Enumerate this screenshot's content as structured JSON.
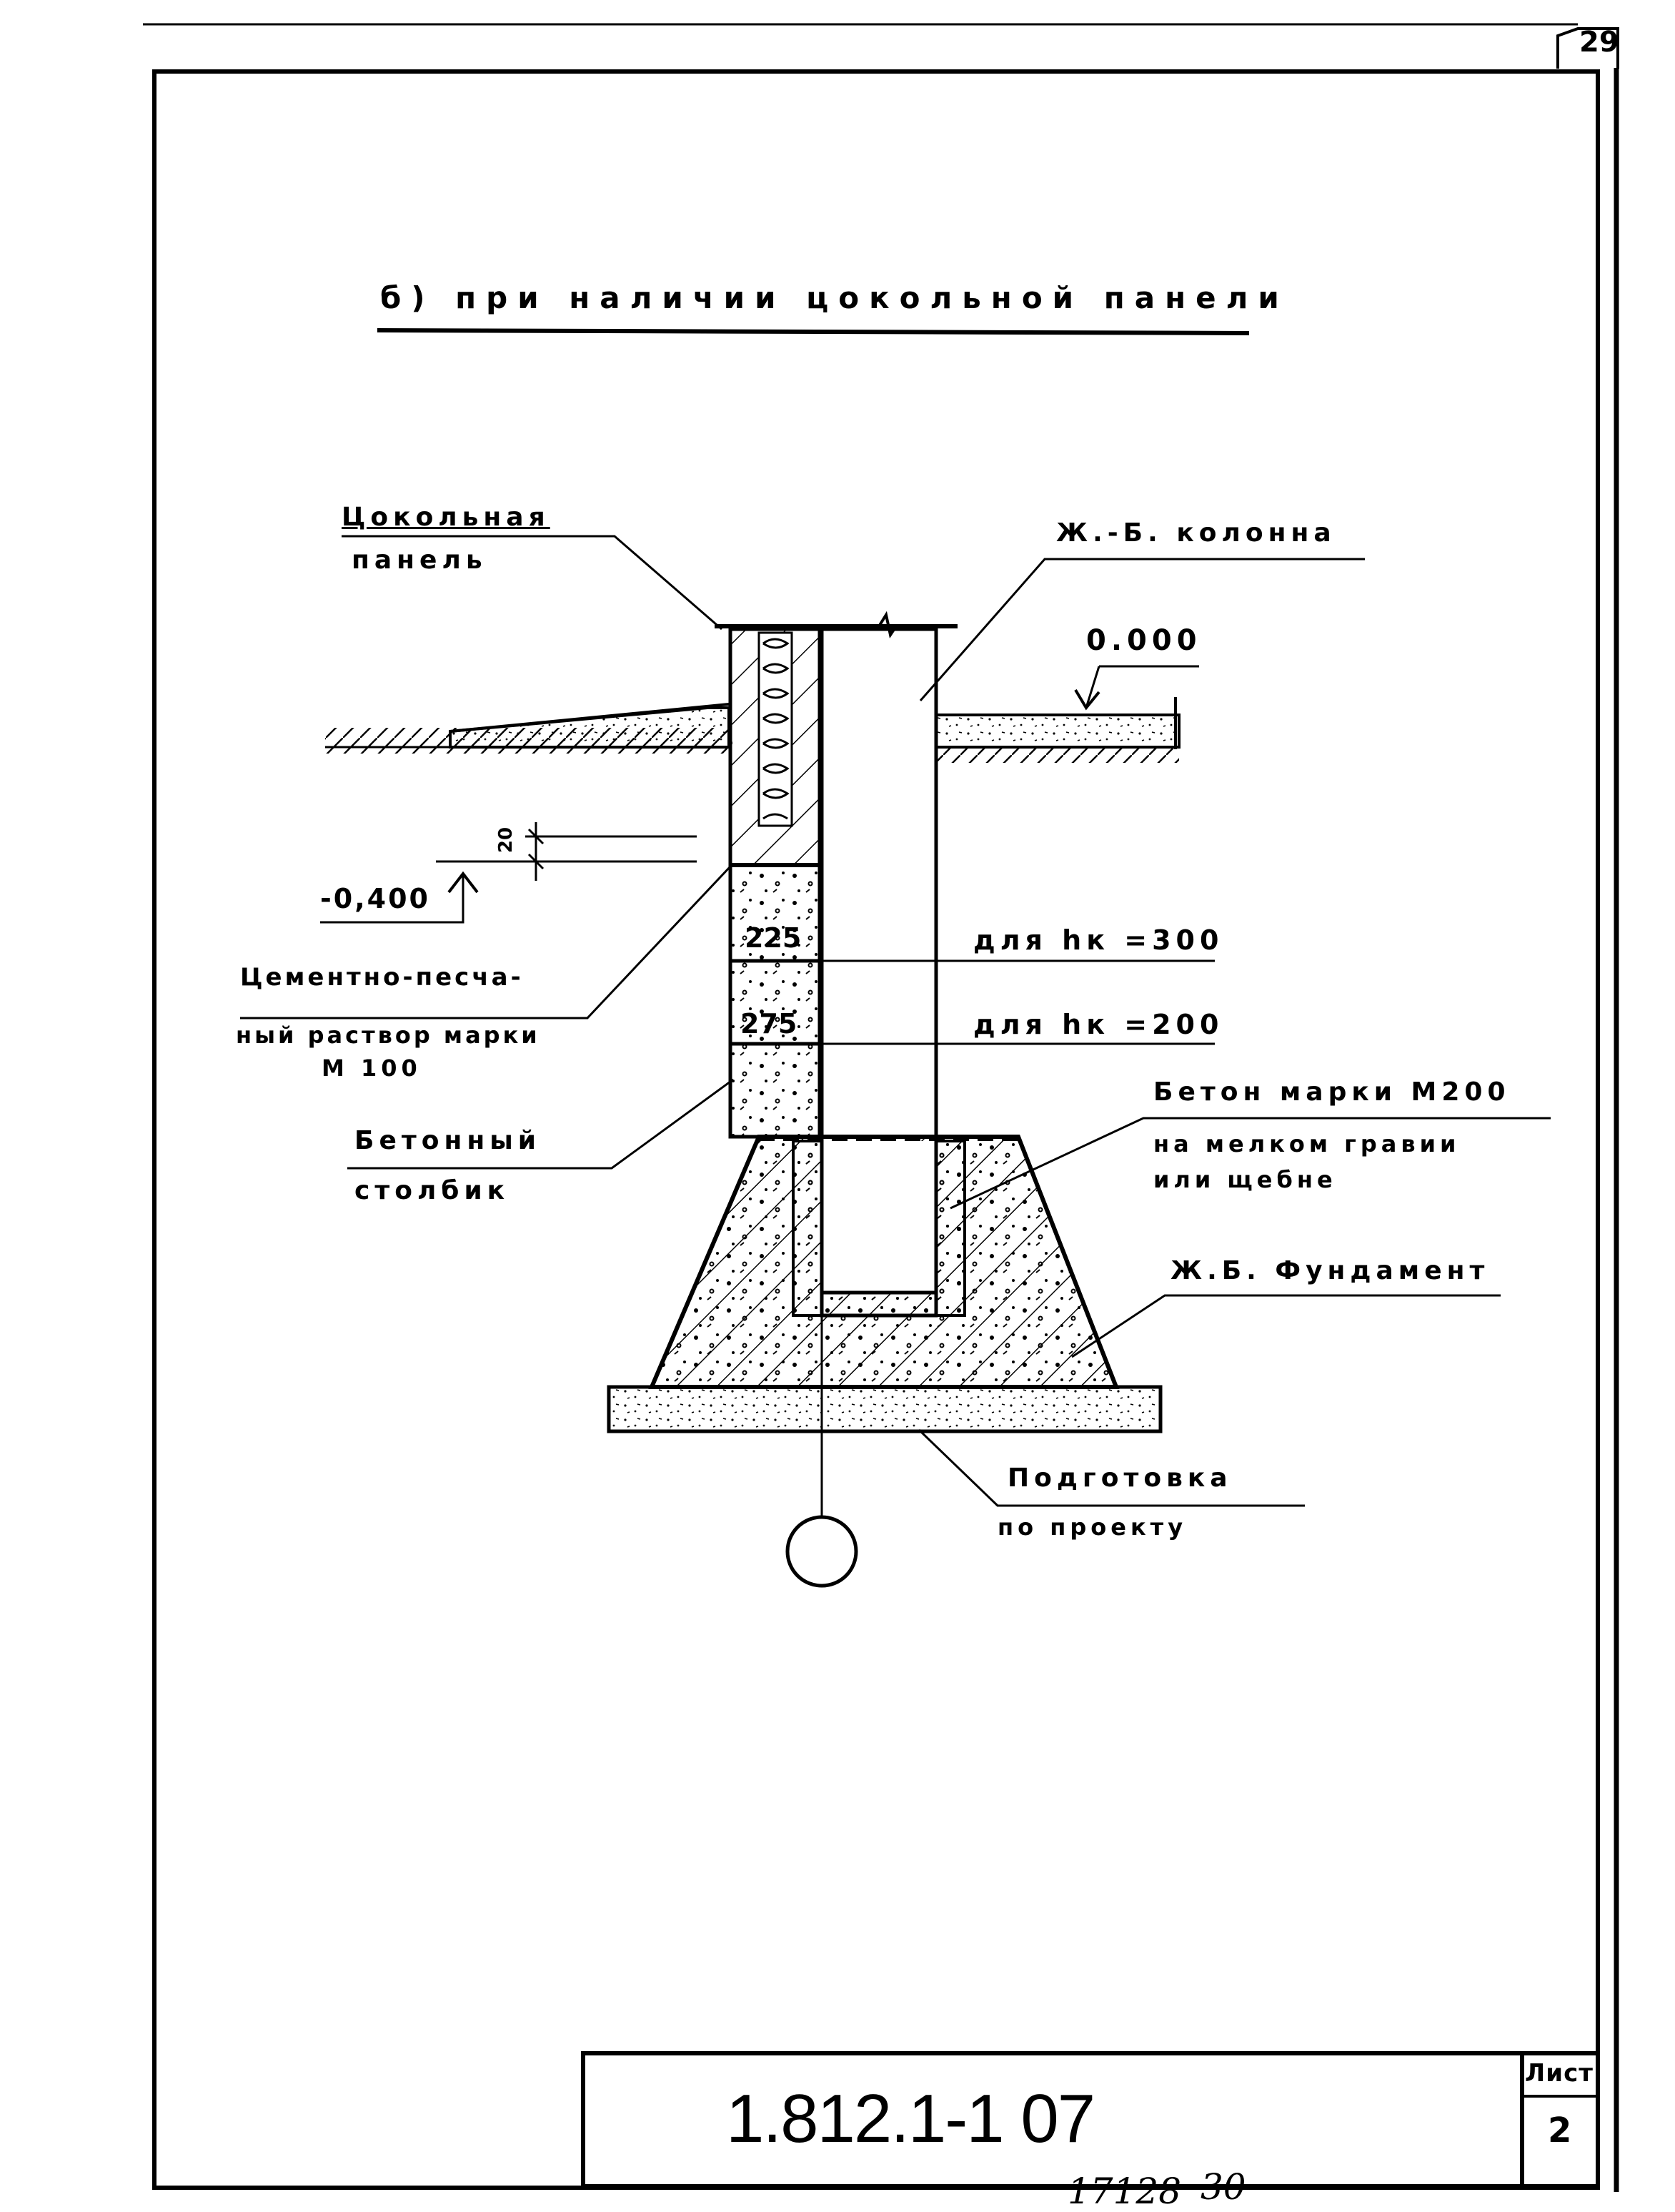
{
  "page_number": "29",
  "title": "б) при наличии цокольной панели",
  "labels": {
    "plinth_panel_1": "Цокольная",
    "plinth_panel_2": "панель",
    "rc_column": "Ж.-Б. колонна",
    "level_zero": "0.000",
    "level_minus": "-0,400",
    "dim_gap": "20",
    "dim_225": "225",
    "dim_275": "275",
    "hk300": "для hк =300",
    "hk200": "для hк =200",
    "mortar_1": "Цементно-песча-",
    "mortar_2": "ный раствор марки",
    "mortar_3": "М 100",
    "concrete_post_1": "Бетонный",
    "concrete_post_2": "столбик",
    "concrete_grade_1": "Бетон марки М200",
    "concrete_grade_2": "на мелком гравии",
    "concrete_grade_3": "или щебне",
    "foundation": "Ж.Б. Фундамент",
    "prep_1": "Подготовка",
    "prep_2": "по проекту"
  },
  "stamp": {
    "code": "1.812.1-1 07",
    "sheet_label": "Лист",
    "sheet_number": "2"
  },
  "handwritten": {
    "archive": "17128",
    "number": "30"
  }
}
